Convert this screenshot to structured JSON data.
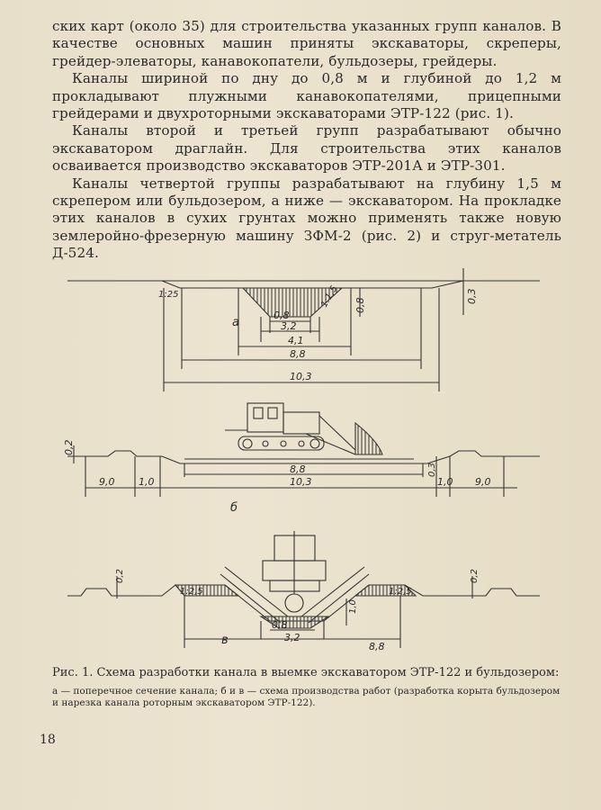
{
  "paragraphs": [
    "ских карт (около 35) для строительства указанных групп каналов. В качестве основных машин приняты экскаваторы, скреперы, грейдер-элеваторы, канавокопатели, бульдозеры, грейдеры.",
    "Каналы шириной по дну до 0,8 м и глубиной до 1,2 м прокладывают плужными канавокопателями, прицепными грейдерами и двухроторными экскаваторами ЭТР-122 (рис. 1).",
    "Каналы второй и третьей групп разрабатывают обычно экскаватором драглайн. Для строительства этих каналов осваивается производство экскаваторов ЭТР-201А и ЭТР-301.",
    "Каналы четвертой группы разрабатывают на глубину 1,5 м скрепером или бульдозером, а ниже — экскаватором. На прокладке этих каналов в сухих грунтах можно применять также новую землеройно-фрезерную машину ЗФМ-2 (рис. 2) и струг-метатель Д-524."
  ],
  "figure": {
    "a": {
      "letter": "а",
      "slope_left": "1:25",
      "slope_right": "1:1,5",
      "bottom": "0,8",
      "depth": "0,8",
      "w1": "3,2",
      "w2": "4,1",
      "w3": "8,8",
      "w4": "10,3",
      "step": "0,3"
    },
    "b": {
      "letter": "б",
      "h": "0,2",
      "left_spoil": "9,0",
      "left_berm": "1,0",
      "w_inner": "8,8",
      "w_outer": "10,3",
      "step": "0,3",
      "right_berm": "1,0",
      "right_spoil": "9,0"
    },
    "c": {
      "letter": "в",
      "slope_left": "1:2,5",
      "slope_right": "1:2,5",
      "h_left": "0,2",
      "h_right": "0,2",
      "bottom": "0,8",
      "w1": "3,2",
      "depth": "1,0",
      "w2": "8,8"
    }
  },
  "caption": {
    "title": "Рис. 1. Схема разработки канала в выемке экскаватором ЭТР-122 и бульдозером:",
    "legend": "а — поперечное сечение канала; б и в — схема производства работ (разработка корыта бульдозером и нарезка канала роторным экскаватором ЭТР-122)."
  },
  "page_number": "18"
}
